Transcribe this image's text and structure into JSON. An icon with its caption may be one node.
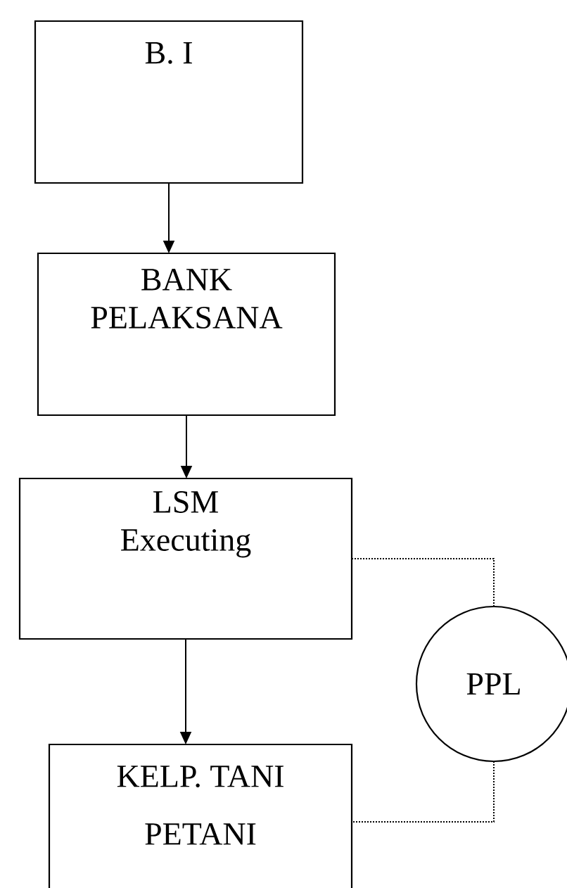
{
  "diagram": {
    "nodes": [
      {
        "text": [
          "B. I"
        ]
      },
      {
        "text": [
          "BANK PELAKSANA"
        ]
      },
      {
        "text": [
          "LSM Executing"
        ]
      },
      {
        "text": [
          "KELP. TANI",
          "PETANI"
        ]
      },
      {
        "text": [
          "PPL"
        ]
      }
    ],
    "edges": [
      {
        "from": 0,
        "to": 1,
        "arrow": "to"
      },
      {
        "from": 1,
        "to": 2,
        "arrow": "to"
      },
      {
        "from": 2,
        "to": 3,
        "arrow": "to"
      },
      {
        "from": 2,
        "to": 4,
        "arrow": "none",
        "style": "dashed"
      },
      {
        "from": 4,
        "to": 3,
        "arrow": "none",
        "style": "dashed"
      }
    ]
  }
}
